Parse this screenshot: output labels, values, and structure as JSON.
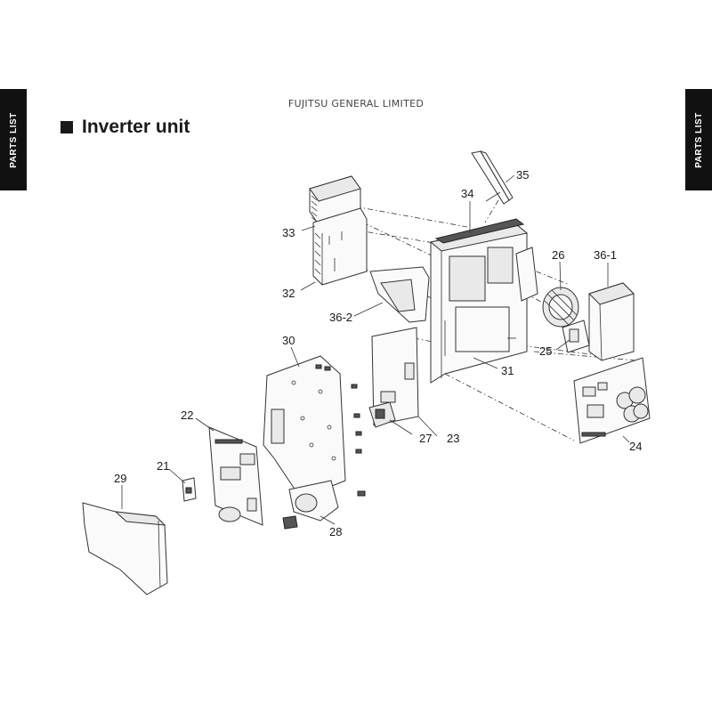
{
  "side_tab_left": "PARTS LIST",
  "side_tab_right": "PARTS LIST",
  "company": "FUJITSU GENERAL LIMITED",
  "section_title": "Inverter unit",
  "callouts": {
    "p21": "21",
    "p22": "22",
    "p23": "23",
    "p24": "24",
    "p25": "25",
    "p26": "26",
    "p27": "27",
    "p28": "28",
    "p29": "29",
    "p30": "30",
    "p31": "31",
    "p32": "32",
    "p33": "33",
    "p34": "34",
    "p35": "35",
    "p36_1": "36-1",
    "p36_2": "36-2"
  }
}
